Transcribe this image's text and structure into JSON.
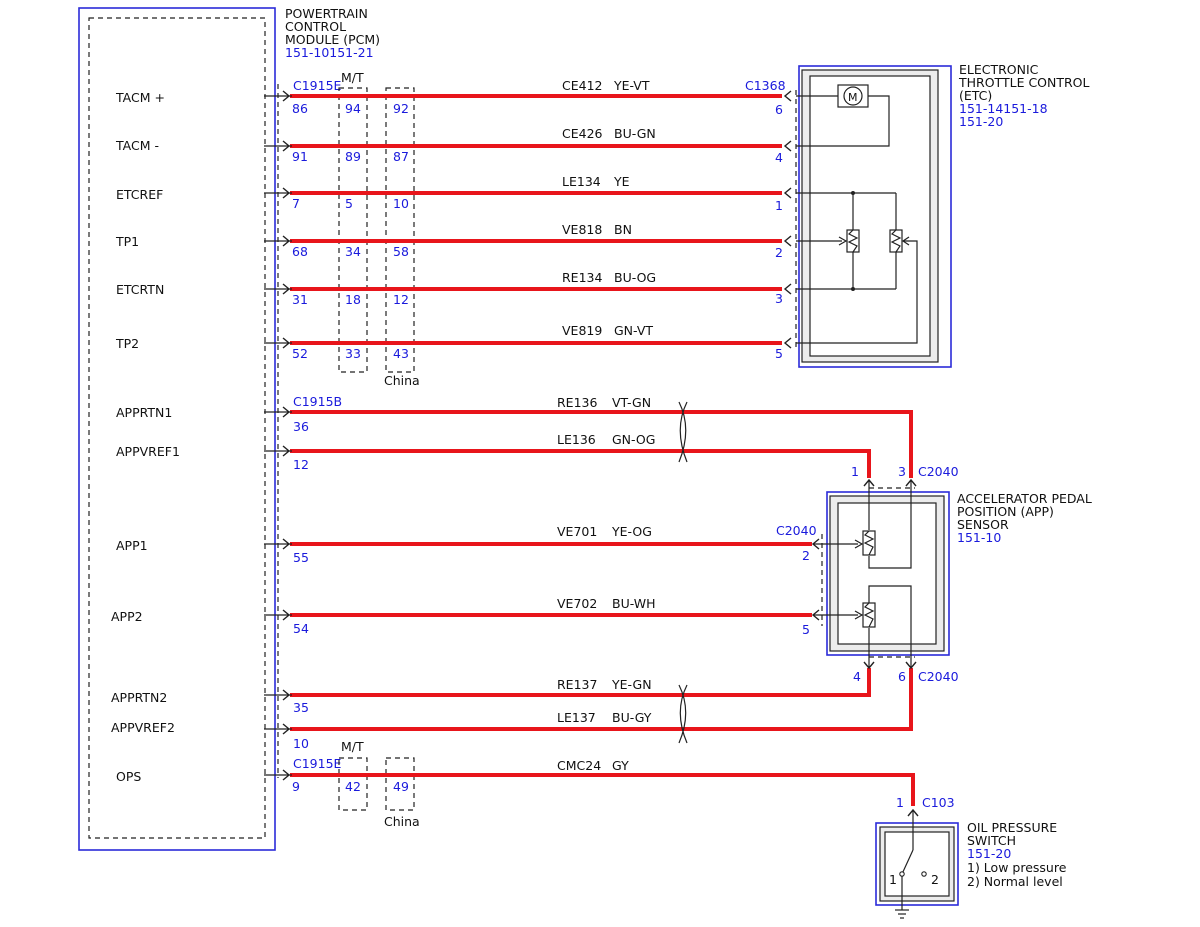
{
  "pcm": {
    "lines": [
      "POWERTRAIN",
      "CONTROL",
      "MODULE (PCM)"
    ],
    "ref": "151-10151-21"
  },
  "etc": {
    "lines": [
      "ELECTRONIC",
      "THROTTLE CONTROL",
      "(ETC)"
    ],
    "refs": [
      "151-14151-18",
      "151-20"
    ],
    "connector": "C1368",
    "motor_symbol": "M"
  },
  "app": {
    "lines": [
      "ACCELERATOR PEDAL",
      "POSITION (APP)",
      "SENSOR"
    ],
    "ref": "151-10",
    "connector": "C2040"
  },
  "ops": {
    "lines": [
      "OIL PRESSURE",
      "SWITCH"
    ],
    "ref": "151-20",
    "notes": [
      "1) Low pressure",
      "2) Normal level"
    ],
    "connector": "C103",
    "pin_top": "1",
    "contact_1": "1",
    "contact_2": "2"
  },
  "connectors": {
    "c1915e": "C1915E",
    "c1915b": "C1915B",
    "mt": "M/T",
    "china": "China"
  },
  "signals": [
    {
      "label": "TACM +",
      "pin": "86",
      "mt": "94",
      "china": "92",
      "circuit": "CE412",
      "color": "YE-VT",
      "far_pin": "6"
    },
    {
      "label": "TACM -",
      "pin": "91",
      "mt": "89",
      "china": "87",
      "circuit": "CE426",
      "color": "BU-GN",
      "far_pin": "4"
    },
    {
      "label": "ETCREF",
      "pin": "7",
      "mt": "5",
      "china": "10",
      "circuit": "LE134",
      "color": "YE",
      "far_pin": "1"
    },
    {
      "label": "TP1",
      "pin": "68",
      "mt": "34",
      "china": "58",
      "circuit": "VE818",
      "color": "BN",
      "far_pin": "2"
    },
    {
      "label": "ETCRTN",
      "pin": "31",
      "mt": "18",
      "china": "12",
      "circuit": "RE134",
      "color": "BU-OG",
      "far_pin": "3"
    },
    {
      "label": "TP2",
      "pin": "52",
      "mt": "33",
      "china": "43",
      "circuit": "VE819",
      "color": "GN-VT",
      "far_pin": "5"
    },
    {
      "label": "APPRTN1",
      "pin": "36",
      "circuit": "RE136",
      "color": "VT-GN",
      "far_pin": "3"
    },
    {
      "label": "APPVREF1",
      "pin": "12",
      "circuit": "LE136",
      "color": "GN-OG",
      "far_pin": "1"
    },
    {
      "label": "APP1",
      "pin": "55",
      "circuit": "VE701",
      "color": "YE-OG",
      "far_pin": "2"
    },
    {
      "label": "APP2",
      "pin": "54",
      "circuit": "VE702",
      "color": "BU-WH",
      "far_pin": "5"
    },
    {
      "label": "APPRTN2",
      "pin": "35",
      "circuit": "RE137",
      "color": "YE-GN",
      "far_pin": "4"
    },
    {
      "label": "APPVREF2",
      "pin": "10",
      "circuit": "LE137",
      "color": "BU-GY",
      "far_pin": "6"
    },
    {
      "label": "OPS",
      "pin": "9",
      "mt": "42",
      "china": "49",
      "circuit": "CMC24",
      "color": "GY",
      "far_pin": "1"
    }
  ],
  "colors": {
    "wire": "#e8151b",
    "text_blue": "#1a1adc",
    "box_blue": "#2b2bd8",
    "component_fill": "#ececec"
  }
}
